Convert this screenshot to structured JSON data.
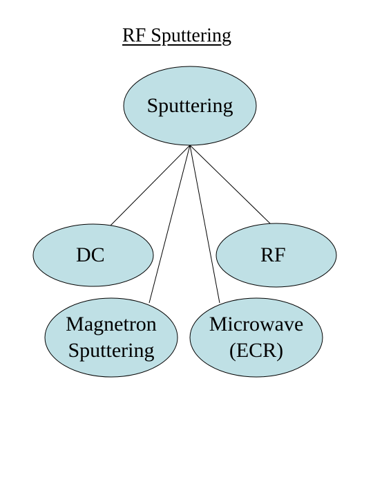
{
  "title": "RF Sputtering",
  "colors": {
    "node_fill": "#bfe0e5",
    "stroke": "#000000",
    "text": "#000000"
  },
  "diagram": {
    "nodes": [
      {
        "id": "root",
        "label": "Sputtering"
      },
      {
        "id": "dc",
        "label": "DC"
      },
      {
        "id": "rf",
        "label": "RF"
      },
      {
        "id": "magnetron",
        "label": "Magnetron\nSputtering"
      },
      {
        "id": "microwave",
        "label": "Microwave\n(ECR)"
      }
    ],
    "edges": [
      {
        "from": "root",
        "to": "dc"
      },
      {
        "from": "root",
        "to": "rf"
      },
      {
        "from": "root",
        "to": "magnetron"
      },
      {
        "from": "root",
        "to": "microwave"
      }
    ]
  }
}
